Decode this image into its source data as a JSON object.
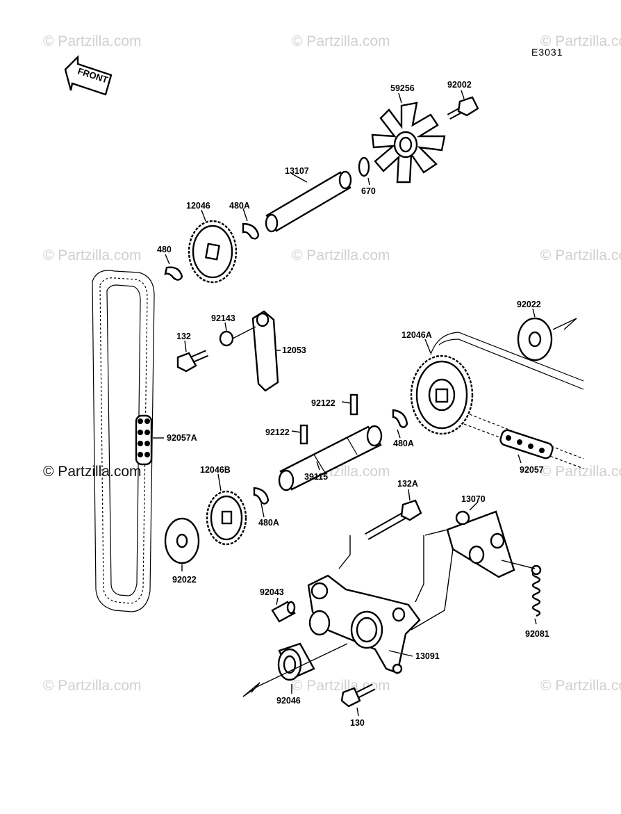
{
  "diagram": {
    "code": "E3031",
    "front_label": "FRONT",
    "watermark_text": "© Partzilla.com",
    "parts": {
      "p59256": "59256",
      "p92002": "92002",
      "p13107": "13107",
      "p670": "670",
      "p12046": "12046",
      "p480A_top": "480A",
      "p480": "480",
      "p92143": "92143",
      "p12053": "12053",
      "p132": "132",
      "p92022_right": "92022",
      "p12046A": "12046A",
      "p92122_a": "92122",
      "p92122_b": "92122",
      "p480A_mid": "480A",
      "p92057A": "92057A",
      "p12046B": "12046B",
      "p39115": "39115",
      "p92057": "92057",
      "p480A_low": "480A",
      "p132A": "132A",
      "p13070": "13070",
      "p92022_left": "92022",
      "p92043": "92043",
      "p92081": "92081",
      "p13091": "13091",
      "p92046": "92046",
      "p130": "130"
    }
  }
}
